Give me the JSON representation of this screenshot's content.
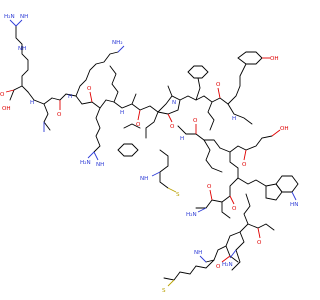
{
  "atoms": {
    "nh": "NH",
    "nh2": "NH₂",
    "h2n": "H₂N",
    "hn": "HN",
    "h": "H",
    "n": "N",
    "o": "O",
    "oh": "OH",
    "ho": "HO",
    "s": "S"
  },
  "colors": {
    "carbon": "#000000",
    "nitrogen": "#2d3bd6",
    "oxygen": "#e00000",
    "sulfur": "#b8a000",
    "background": "#ffffff"
  }
}
